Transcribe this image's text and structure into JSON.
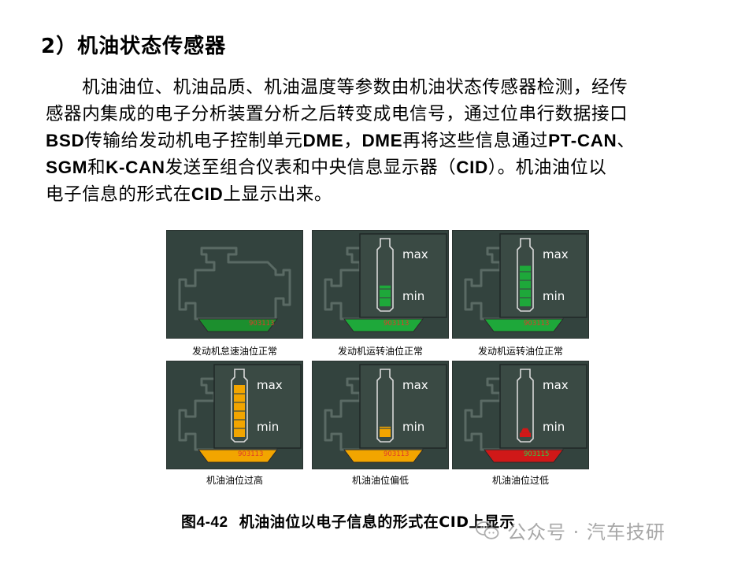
{
  "heading": "2）机油状态传感器",
  "paragraph_lines": [
    [
      {
        "t": "　　机油油位、机油品质、机油温度等参数由机油状态传感器检测，经传"
      }
    ],
    [
      {
        "t": "感器内集成的电子分析装置分析之后转变成电信号，通过位串行数据接口"
      }
    ],
    [
      {
        "t": "BSD",
        "b": true
      },
      {
        "t": "传输给发动机电子控制单元"
      },
      {
        "t": "DME",
        "b": true
      },
      {
        "t": "，"
      },
      {
        "t": "DME",
        "b": true
      },
      {
        "t": "再将这些信息通过"
      },
      {
        "t": "PT-CAN",
        "b": true
      },
      {
        "t": "、"
      }
    ],
    [
      {
        "t": "SGM",
        "b": true
      },
      {
        "t": "和"
      },
      {
        "t": "K-CAN",
        "b": true
      },
      {
        "t": "发送至组合仪表和中央信息显示器（"
      },
      {
        "t": "CID",
        "b": true
      },
      {
        "t": "）。机油油位以"
      }
    ],
    [
      {
        "t": "电子信息的形式在"
      },
      {
        "t": "CID",
        "b": true
      },
      {
        "t": "上显示出来。"
      }
    ]
  ],
  "figure": {
    "caption_number": "图4-42",
    "caption_text": "机油油位以电子信息的形式在CID上显示",
    "panels": [
      {
        "caption": "发动机怠速油位正常",
        "gauge": false,
        "level": 0,
        "color": "#1c8f2e",
        "code": "903113",
        "code_color": "#e03a2a"
      },
      {
        "caption": "发动机运转油位正常",
        "gauge": true,
        "level": 0.4,
        "color": "#1ea83a",
        "code": "903113",
        "code_color": "#e03a2a",
        "max_label": "max",
        "min_label": "min"
      },
      {
        "caption": "发动机运转油位正常",
        "gauge": true,
        "level": 0.78,
        "color": "#1ea83a",
        "code": "903113",
        "code_color": "#e03a2a",
        "max_label": "max",
        "min_label": "min"
      },
      {
        "caption": "机油油位过高",
        "gauge": true,
        "level": 1.0,
        "color": "#f2a500",
        "code": "903113",
        "code_color": "#e03a2a",
        "max_label": "max",
        "min_label": "min"
      },
      {
        "caption": "机油油位偏低",
        "gauge": true,
        "level": 0.2,
        "color": "#f2a500",
        "code": "903113",
        "code_color": "#e03a2a",
        "max_label": "max",
        "min_label": "min"
      },
      {
        "caption": "机油油位过低",
        "gauge": true,
        "level": 0.08,
        "color": "#d01818",
        "code": "903115",
        "code_color": "#2ad04a",
        "max_label": "max",
        "min_label": "min"
      }
    ]
  },
  "watermark": "公众号 · 汽车技研",
  "watermark_icon": "wechat-icon"
}
